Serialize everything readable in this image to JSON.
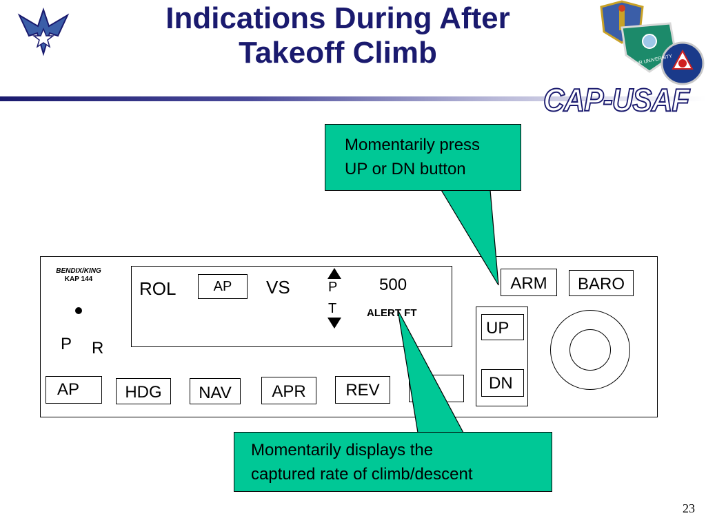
{
  "slide": {
    "title_line1": "Indications During After",
    "title_line2": "Takeoff Climb",
    "brand": "CAP-USAF",
    "seal_text": "AIR UNIVERSITY",
    "page_number": "23"
  },
  "panel": {
    "maker": "BENDIX/KING",
    "model": "KAP 144",
    "display": {
      "mode_left": "ROL",
      "ap_box": "AP",
      "mode_vs": "VS",
      "pt_p": "P",
      "pt_t": "T",
      "value": "500",
      "alert_label": "ALERT FT"
    },
    "left_p": "P",
    "left_r": "R",
    "buttons": {
      "ap": "AP",
      "hdg": "HDG",
      "nav": "NAV",
      "apr": "APR",
      "rev": "REV",
      "arm": "ARM",
      "baro": "BARO",
      "up": "UP",
      "dn": "DN"
    }
  },
  "callouts": {
    "top": {
      "line1": "Momentarily press",
      "line2": "UP or DN button"
    },
    "bottom": {
      "line1": "Momentarily displays the",
      "line2": "captured rate of climb/descent"
    }
  },
  "colors": {
    "title": "#1a1a6e",
    "callout_fill": "#00c896",
    "rule_left": "#1a1a6e",
    "rule_right": "#ffffff"
  }
}
